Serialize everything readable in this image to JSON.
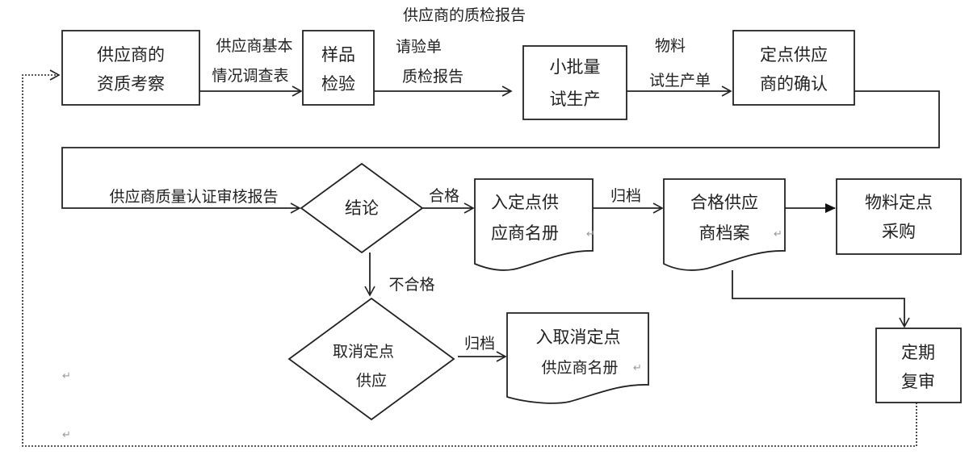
{
  "top_label": "供应商的质检报告",
  "nodes": {
    "qualification": [
      "供应商的",
      "资质考察"
    ],
    "sample": [
      "样品",
      "检验"
    ],
    "trial": [
      "小批量",
      "试生产"
    ],
    "confirm": [
      "定点供应",
      "商的确认"
    ],
    "conclusion": "结论",
    "register": [
      "入定点供",
      "应商名册"
    ],
    "archive": [
      "合格供应",
      "商档案"
    ],
    "purchase": [
      "物料定点",
      "采购"
    ],
    "review": [
      "定期",
      "复审"
    ],
    "cancel": [
      "取消定点",
      "供应"
    ],
    "cancel_register": [
      "入取消定点",
      "供应商名册"
    ]
  },
  "edges": {
    "survey": [
      "供应商基本",
      "情况调查表"
    ],
    "inspection": [
      "请验单",
      "质检报告"
    ],
    "material": [
      "物料",
      "试生产单"
    ],
    "audit_report": "供应商质量认证审核报告",
    "pass": "合格",
    "file1": "归档",
    "fail": "不合格",
    "file2": "归档"
  },
  "paragraph_mark": "↵"
}
